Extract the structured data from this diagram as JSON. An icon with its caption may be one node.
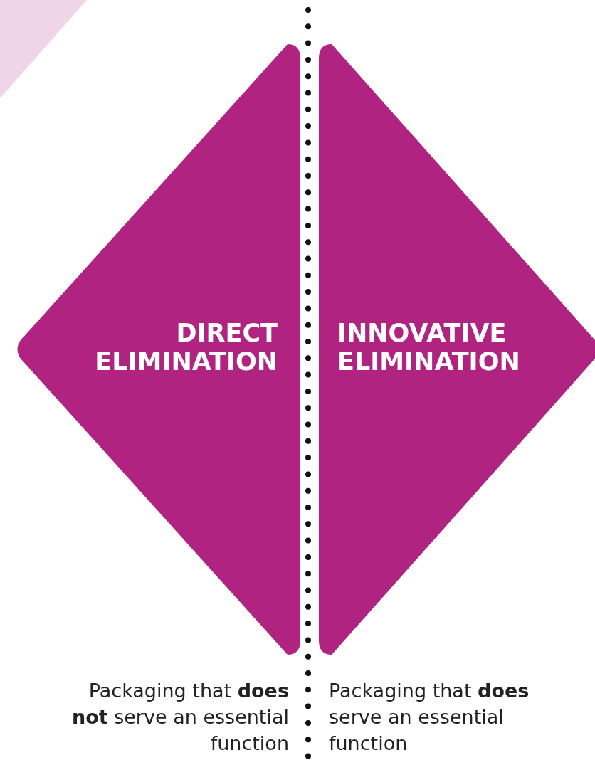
{
  "diagram": {
    "nodes": [
      {
        "text": [
          "DIRECT ELIMINATION"
        ],
        "beside": [
          "Packaging that **does not** serve an essential function"
        ]
      },
      {
        "text": [
          "INNOVATIVE ELIMINATION"
        ],
        "beside": [
          "Packaging that **does** serve an essential function"
        ]
      }
    ]
  }
}
